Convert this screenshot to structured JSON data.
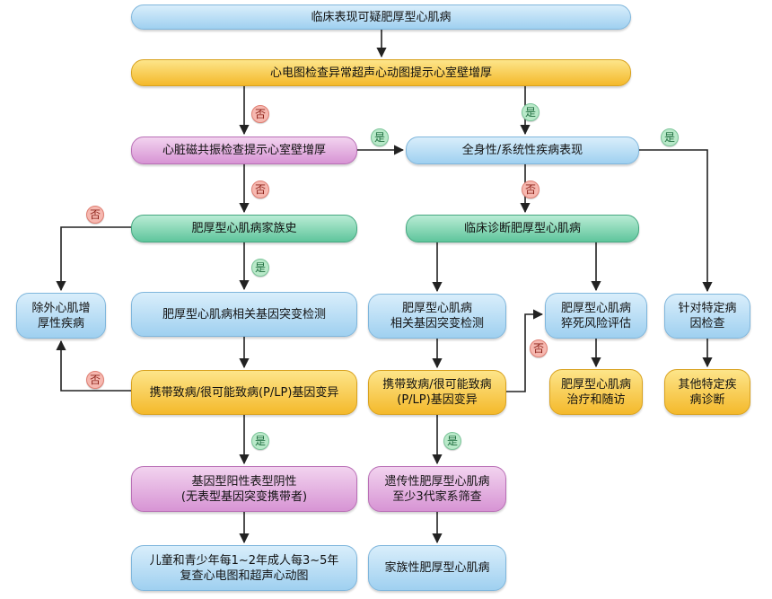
{
  "nodes": {
    "clinical_suspicion": "临床表现可疑肥厚型心肌病",
    "ecg_echo_abnormal": "心电图检查异常超声心动图提示心室壁增厚",
    "cmr_thickening": "心脏磁共振检查提示心室壁增厚",
    "systemic_disease": "全身性/系统性疾病表现",
    "family_history": "肥厚型心肌病家族史",
    "clinical_diagnosis": "临床诊断肥厚型心肌病",
    "exclude_hcm": "除外心肌增\n厚性疾病",
    "genetic_testing_left": "肥厚型心肌病相关基因突变检测",
    "genetic_testing_mid": "肥厚型心肌病\n相关基因突变检测",
    "scd_risk": "肥厚型心肌病\n猝死风险评估",
    "specific_workup": "针对特定病\n因检查",
    "plp_variant_left": "携带致病/很可能致病(P/LP)基因变异",
    "plp_variant_mid": "携带致病/很可能致病\n(P/LP)基因变异",
    "treatment_followup": "肥厚型心肌病\n治疗和随访",
    "other_diagnosis": "其他特定疾\n病诊断",
    "genotype_pos_phenotype_neg": "基因型阳性表型阴性\n(无表型基因突变携带者)",
    "hereditary_screening": "遗传性肥厚型心肌病\n至少3代家系筛查",
    "followup_schedule": "儿童和青少年每1~2年成人每3~5年\n复查心电图和超声心动图",
    "familial_hcm": "家族性肥厚型心肌病"
  },
  "labels": {
    "yes": "是",
    "no": "否"
  },
  "colors": {
    "blue": "#9fd0f0",
    "yellow": "#f4b92b",
    "pink": "#d794d4",
    "green": "#5fc59c",
    "yes_badge": "#b9e9c9",
    "no_badge": "#f6b8b0",
    "arrow": "#222222"
  }
}
